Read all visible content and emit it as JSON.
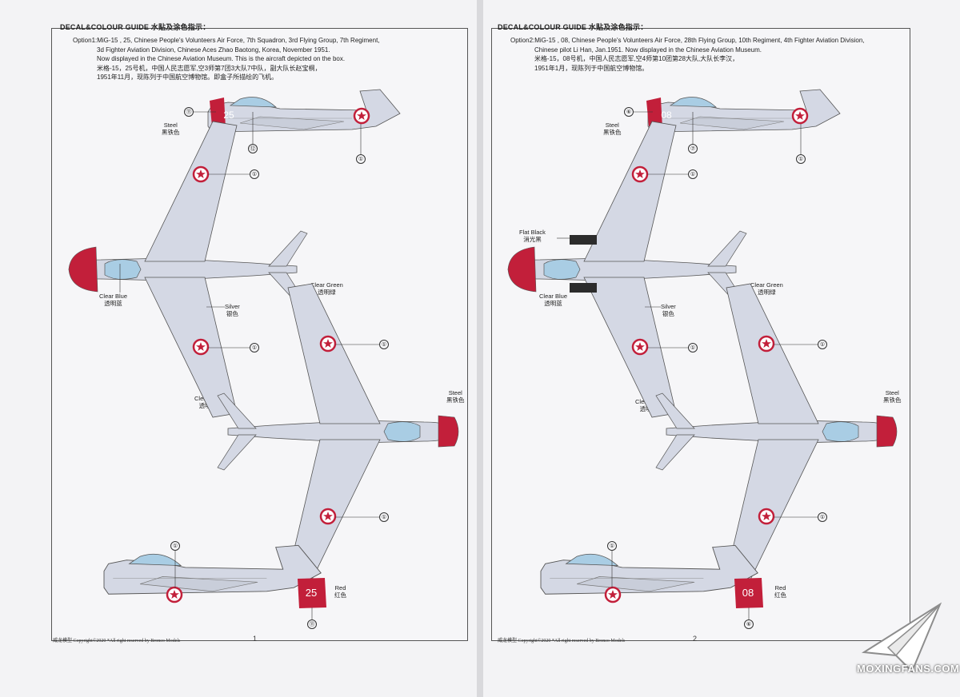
{
  "pages": [
    {
      "header": "DECAL&COLOUR GUIDE 水贴及涂色指示：",
      "option_lines": [
        "Option1:MiG-15 , 25, Chinese People's Volunteers Air Force, 7th Squadron, 3rd Flying Group, 7th Regiment,",
        "3d Fighter Aviation Division, Chinese Aces Zhao Baotong, Korea, November 1951.",
        "Now displayed in the Chinese Aviation Museum. This is the aircraft depicted on the box.",
        "米格-15，25号机，中国人民志愿军,空3师第7团3大队7中队，副大队长赵宝桐，",
        "1951年11月，现陈列于中国航空博物馆。即盒子所描绘的飞机。"
      ],
      "number": "25",
      "labels": {
        "steel": "Steel",
        "steel_cn": "黑铁色",
        "clear_blue": "Clear Blue",
        "clear_blue_cn": "透明蓝",
        "silver": "Silver",
        "silver_cn": "银色",
        "clear_green": "Clear Green",
        "clear_green_cn": "透明绿",
        "clear_red": "Clear Red",
        "clear_red_cn": "透明红",
        "red": "Red",
        "red_cn": "红色"
      },
      "callouts": {
        "nose_number": "⑪",
        "stars": "⑫",
        "roundel": "①",
        "bottom_number": "⑪"
      },
      "footer": "威龙模型    Copyright©2020  *All right reserved by Bronco Models",
      "page_number": "1"
    },
    {
      "header": "DECAL&COLOUR GUIDE 水贴及涂色指示：",
      "option_lines": [
        "Option2:MiG-15 , 08, Chinese People's Volunteers Air Force, 28th Flying Group, 10th Regiment, 4th Fighter Aviation Division,",
        "Chinese pilot Li Han, Jan.1951. Now displayed in the Chinese Aviation Museum.",
        "米格-15，08号机，中国人民志愿军,空4师第10团第28大队,大队长李汉，",
        "1951年1月，现陈列于中国航空博物馆。"
      ],
      "number": "08",
      "labels": {
        "steel": "Steel",
        "steel_cn": "黑铁色",
        "flat_black": "Flat Black",
        "flat_black_cn": "消光黑",
        "clear_blue": "Clear Blue",
        "clear_blue_cn": "透明蓝",
        "silver": "Silver",
        "silver_cn": "银色",
        "clear_green": "Clear Green",
        "clear_green_cn": "透明绿",
        "clear_red": "Clear Red",
        "clear_red_cn": "透明红",
        "red": "Red",
        "red_cn": "红色"
      },
      "callouts": {
        "nose_number": "⑥",
        "stars": "⑦",
        "roundel": "①",
        "bottom_number": "⑥"
      },
      "footer": "威龙模型    Copyright©2020  *All right reserved by Bronco Models",
      "page_number": "2"
    }
  ],
  "watermark": "MOXINGFANS.COM",
  "colors": {
    "paper": "#f6f6f8",
    "red": "#c21f3a",
    "silver": "#d4d8e4",
    "canopy": "#a9cde4",
    "black": "#2c2c2c"
  }
}
